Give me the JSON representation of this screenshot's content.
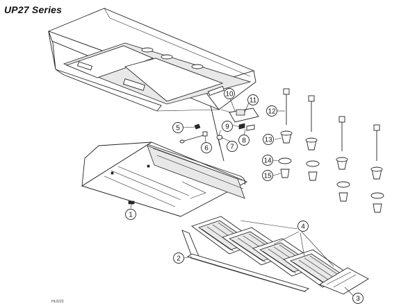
{
  "title": "UP27 Series",
  "drawing_code": "HL0223",
  "callouts": [
    "1",
    "2",
    "3",
    "4",
    "5",
    "6",
    "7",
    "8",
    "9",
    "10",
    "11",
    "12",
    "13",
    "14",
    "15"
  ]
}
